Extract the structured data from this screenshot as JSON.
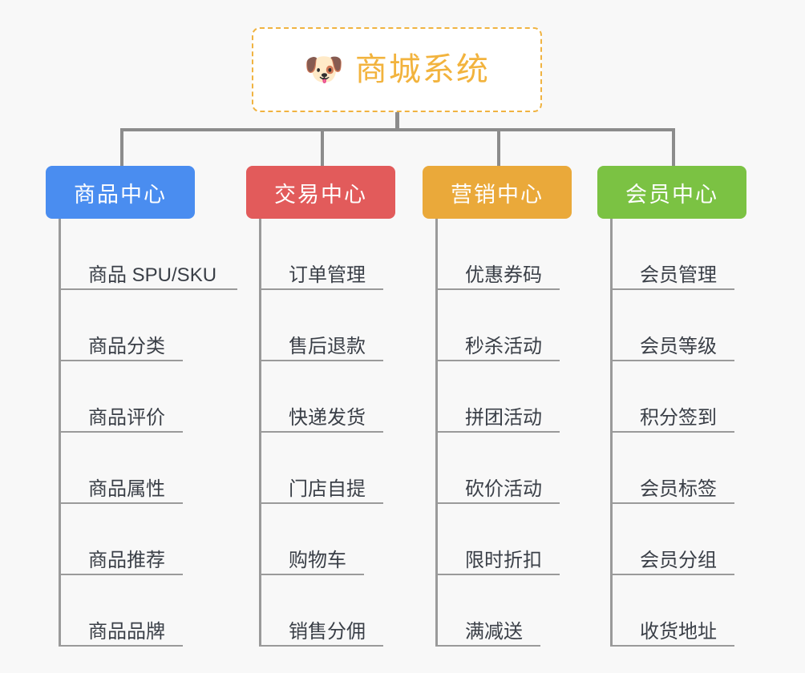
{
  "page": {
    "background_color": "#f8f8f8",
    "connector_color": "#8c8c8c",
    "leaf_line_color": "#9a9a9a",
    "leaf_text_color": "#3a3f47"
  },
  "root": {
    "icon": "shiba-dog-face-emoji",
    "icon_glyph": "🐶",
    "title": "商城系统",
    "title_color": "#f2b33d",
    "border_color": "#f0b341",
    "background_color": "#ffffff"
  },
  "branches": [
    {
      "id": "product-center",
      "label": "商品中心",
      "color": "#4a8df0",
      "items": [
        "商品 SPU/SKU",
        "商品分类",
        "商品评价",
        "商品属性",
        "商品推荐",
        "商品品牌"
      ]
    },
    {
      "id": "trade-center",
      "label": "交易中心",
      "color": "#e25b5b",
      "items": [
        "订单管理",
        "售后退款",
        "快递发货",
        "门店自提",
        "购物车",
        "销售分佣"
      ]
    },
    {
      "id": "marketing-center",
      "label": "营销中心",
      "color": "#eaa93a",
      "items": [
        "优惠券码",
        "秒杀活动",
        "拼团活动",
        "砍价活动",
        "限时折扣",
        "满减送"
      ]
    },
    {
      "id": "member-center",
      "label": "会员中心",
      "color": "#7bc243",
      "items": [
        "会员管理",
        "会员等级",
        "积分签到",
        "会员标签",
        "会员分组",
        "收货地址"
      ]
    }
  ],
  "chart_data": {
    "type": "diagram",
    "diagram_type": "org-chart",
    "title": "商城系统",
    "levels": 3,
    "branch_count": 4,
    "leaf_count_per_branch": 6
  }
}
